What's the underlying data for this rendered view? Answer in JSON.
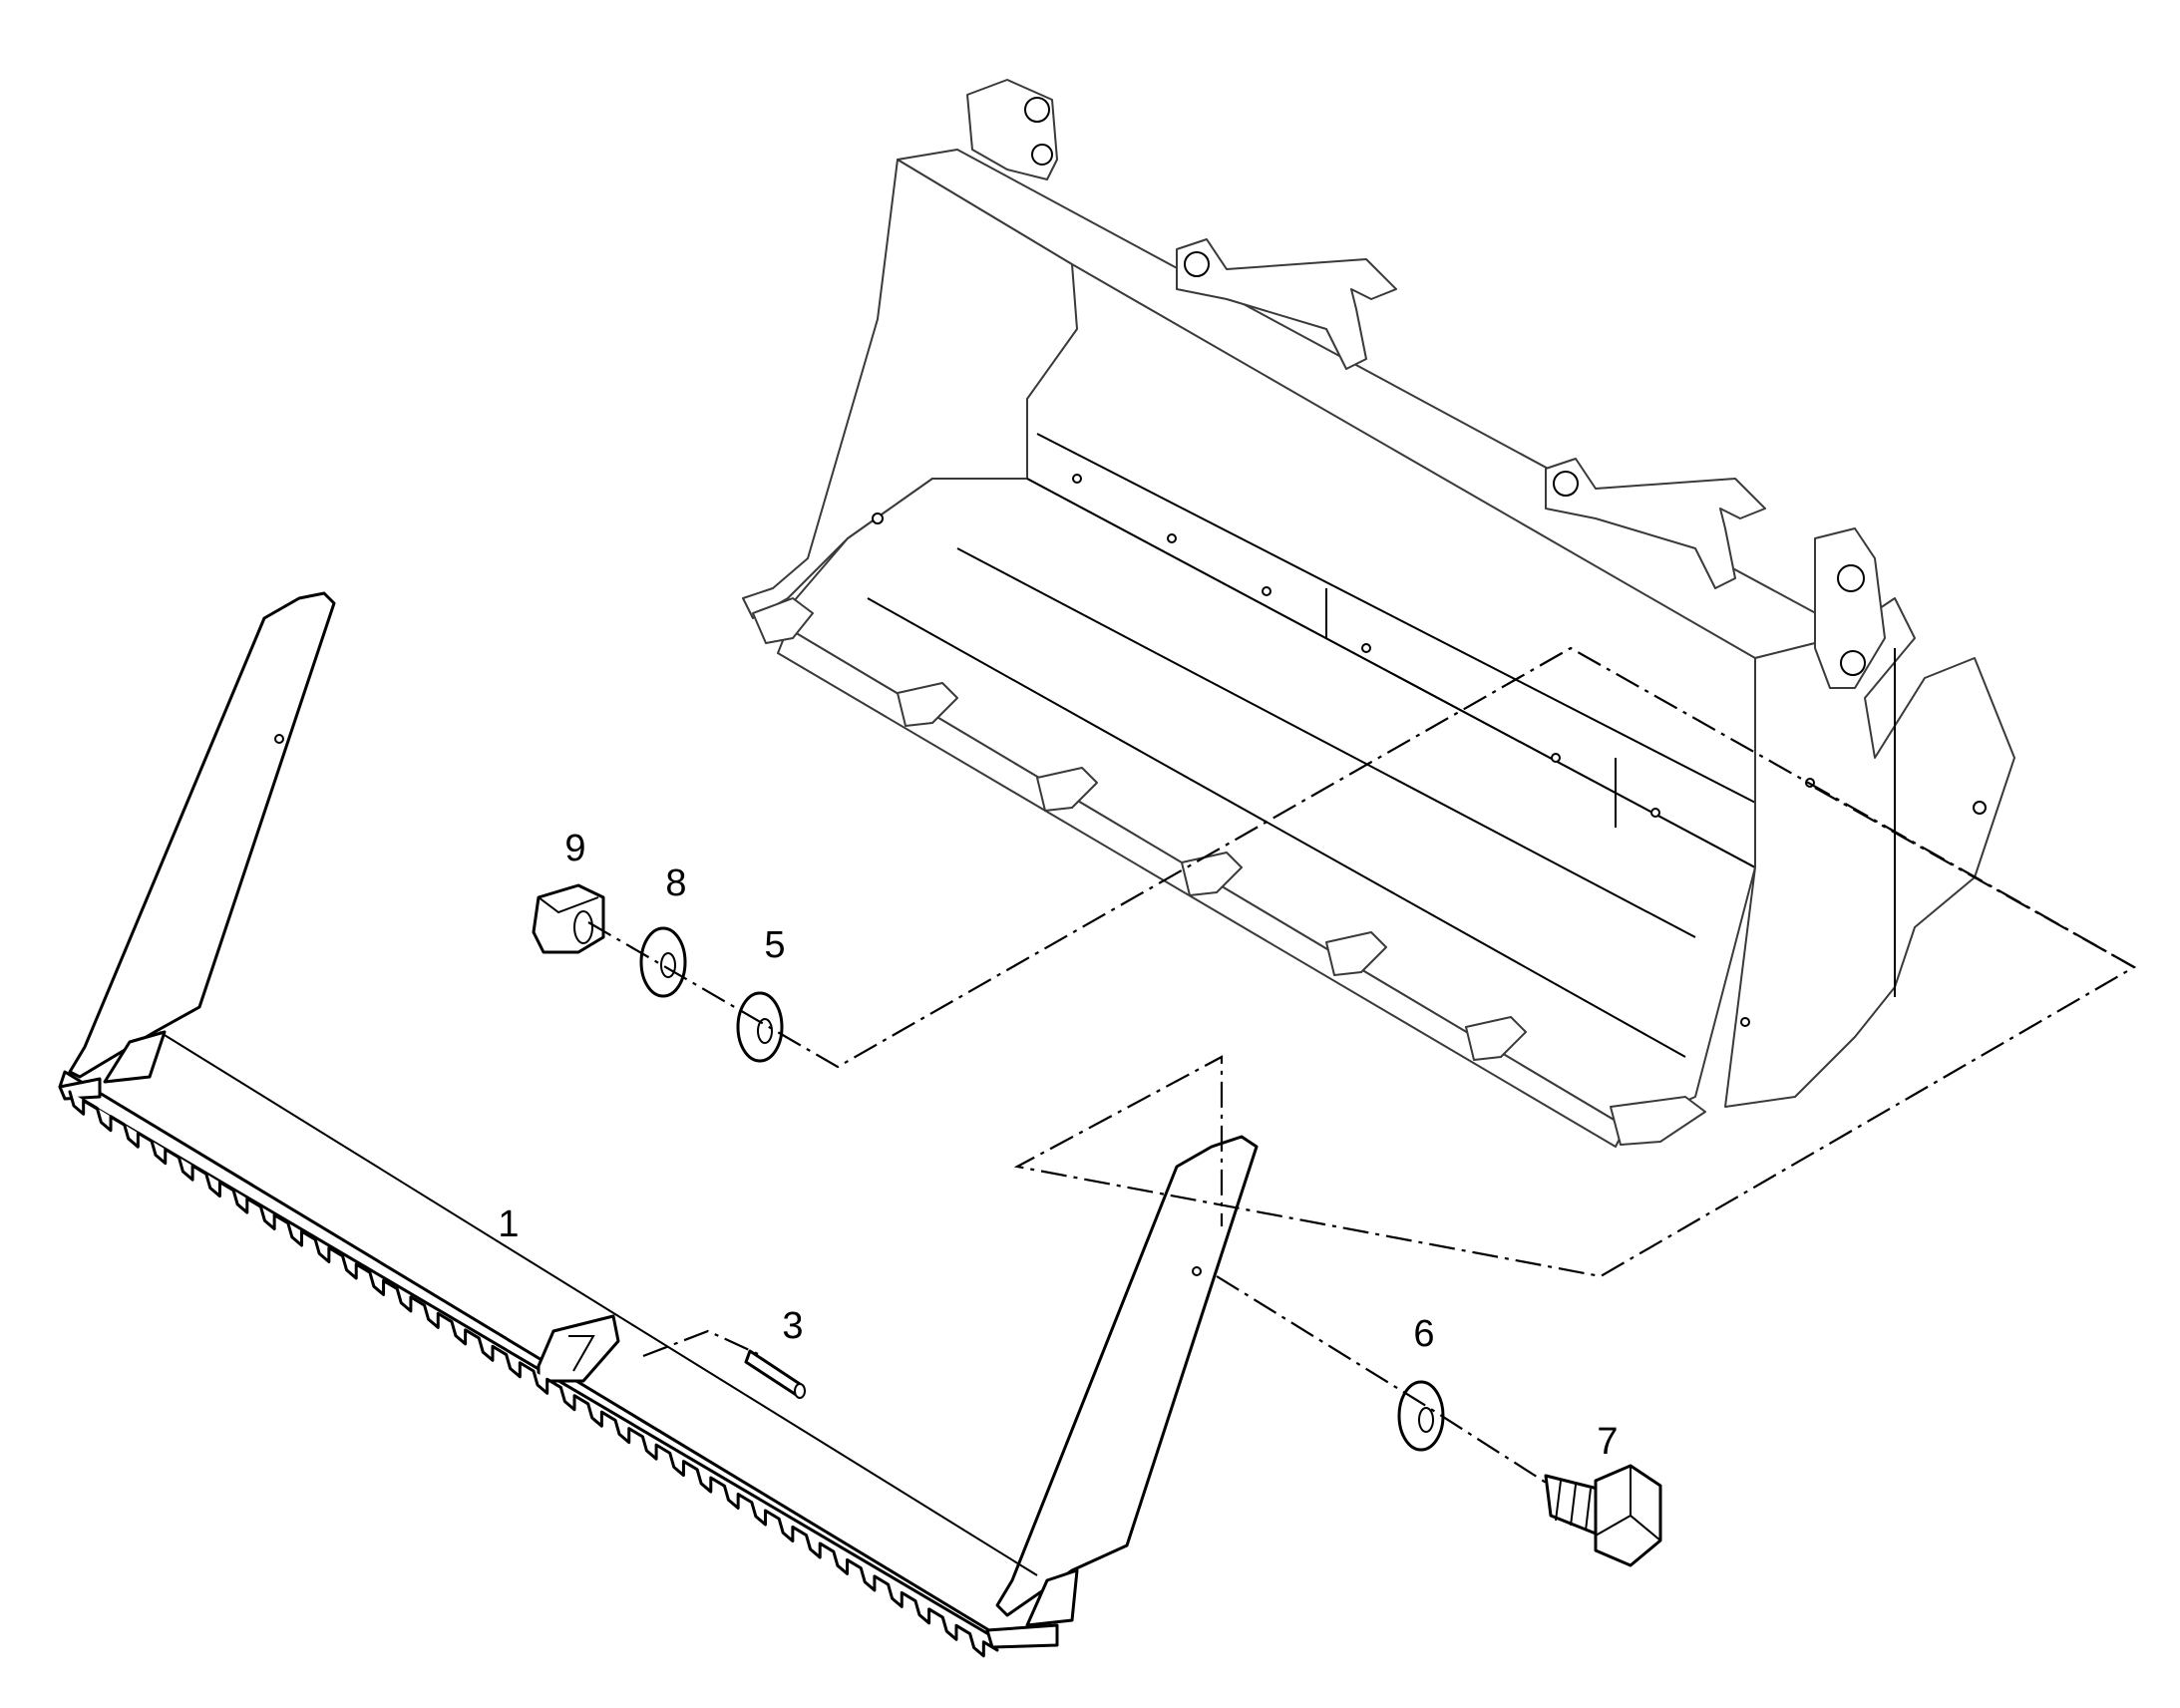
{
  "callouts": [
    {
      "id": "1",
      "label": "1"
    },
    {
      "id": "3",
      "label": "3"
    },
    {
      "id": "5",
      "label": "5"
    },
    {
      "id": "6",
      "label": "6"
    },
    {
      "id": "7",
      "label": "7"
    },
    {
      "id": "8",
      "label": "8"
    },
    {
      "id": "9",
      "label": "9"
    }
  ],
  "colors": {
    "line": "#000000",
    "background": "#ffffff"
  }
}
